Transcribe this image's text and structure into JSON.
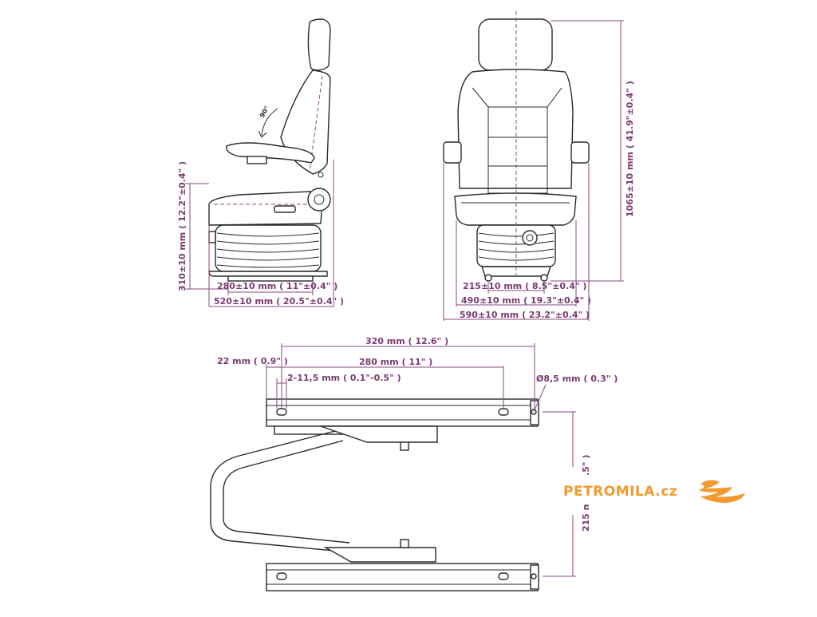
{
  "brand": {
    "name": "PETROMILA.cz",
    "color": "#f39a2e"
  },
  "colors": {
    "dimension": "#8a4a82",
    "drawing": "#2a2a2a"
  },
  "side_view": {
    "tilt_label": "90°",
    "height_label": "310±10 mm ( 12.2\"±0.4\" )",
    "base_width_label": "280±10 mm ( 11\"±0.4\" )",
    "seat_depth_label": "520±10 mm ( 20.5\"±0.4\" )"
  },
  "front_view": {
    "total_height_label": "1065±10 mm ( 41.9\"±0.4\" )",
    "base_width_label": "215±10 mm ( 8.5\"±0.4\" )",
    "seat_width_label": "490±10 mm ( 19.3\"±0.4\" )",
    "overall_width_label": "590±10 mm ( 23.2\"±0.4\" )"
  },
  "rail_view": {
    "overall_length_label": "320 mm ( 12.6\" )",
    "hole_spacing_label": "280 mm ( 11\" )",
    "end_offset_label": "22 mm ( 0.9\" )",
    "slot_label": "2-11,5 mm ( 0.1\"-0.5\" )",
    "hole_diameter_label": "Ø8,5 mm ( 0.3\" )",
    "rail_spacing_label": "215 mm ( 8.5\" )"
  }
}
